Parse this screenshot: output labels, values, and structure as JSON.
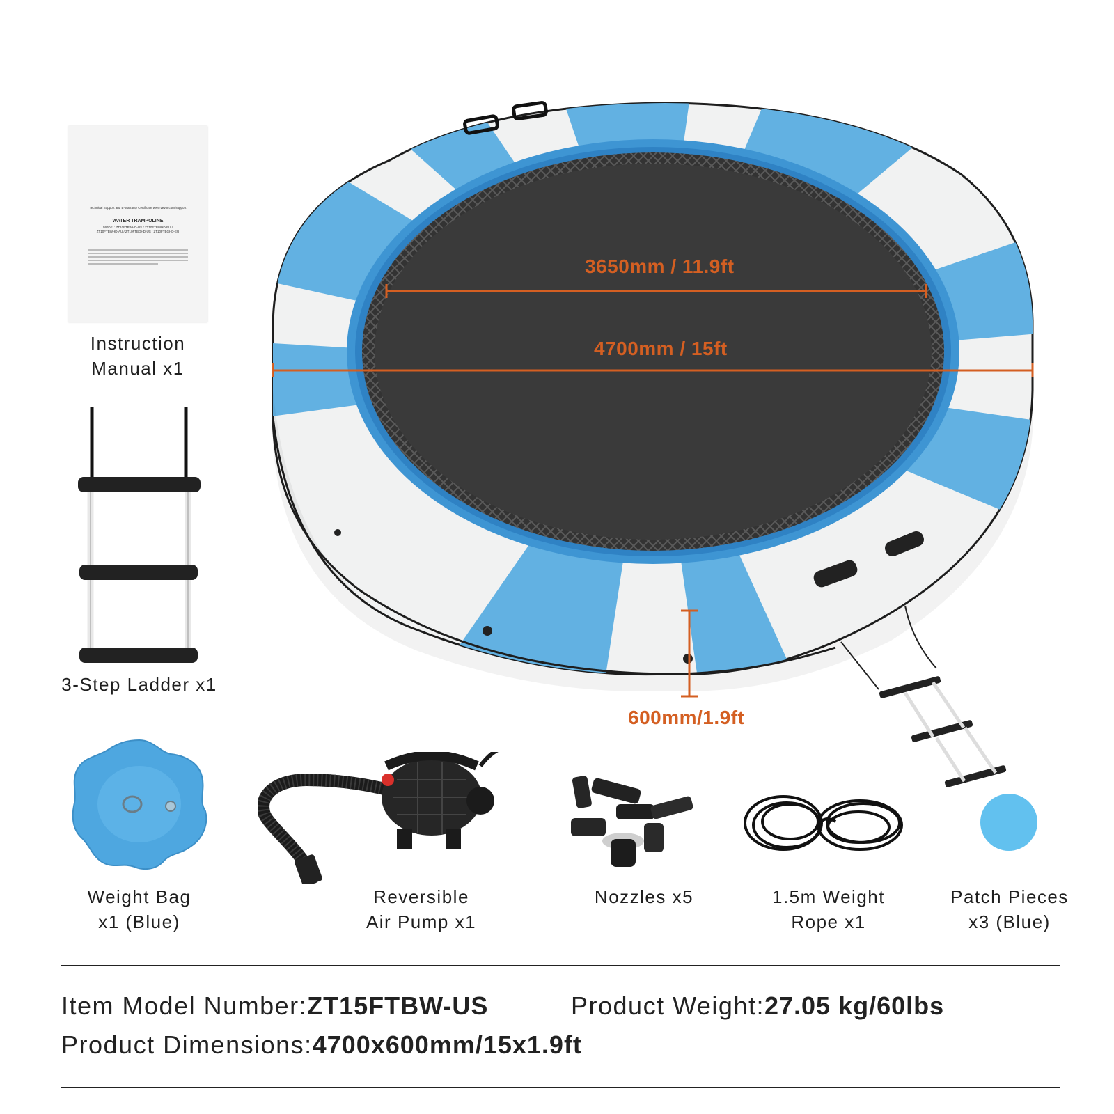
{
  "dimensions": {
    "inner_diameter": "3650mm / 11.9ft",
    "outer_diameter": "4700mm / 15ft",
    "height": "600mm/1.9ft"
  },
  "manual": {
    "header_line": "Technical Support and E-Warranty Certificate www.vevor.com/support",
    "title": "WATER TRAMPOLINE",
    "model_line_1": "MODEL: ZT10FTBWHD-US / ZT10FTBWHD-EU /",
    "model_line_2": "ZT10FTBWHD-AU / ZT10FTBGHD-US / ZT10FTBGHD-EU"
  },
  "items": {
    "manual": [
      "Instruction",
      "Manual x1"
    ],
    "ladder": [
      "3-Step Ladder x1"
    ],
    "weight_bag": [
      "Weight Bag",
      "x1 (Blue)"
    ],
    "pump": [
      "Reversible",
      "Air Pump x1"
    ],
    "nozzles": [
      "Nozzles x5"
    ],
    "rope": [
      "1.5m Weight",
      "Rope x1"
    ],
    "patch": [
      "Patch Pieces",
      "x3 (Blue)"
    ]
  },
  "specs": {
    "model_label": "Item Model Number:",
    "model_value": "ZT15FTBW-US",
    "weight_label": "Product Weight:",
    "weight_value": "27.05 kg/60lbs",
    "dims_label": "Product Dimensions:",
    "dims_value": "4700x600mm/15x1.9ft"
  },
  "colors": {
    "blue": "#62b1e2",
    "white_panel": "#f1f2f2",
    "mat": "#3a3a3a",
    "accent": "#d45f22"
  }
}
